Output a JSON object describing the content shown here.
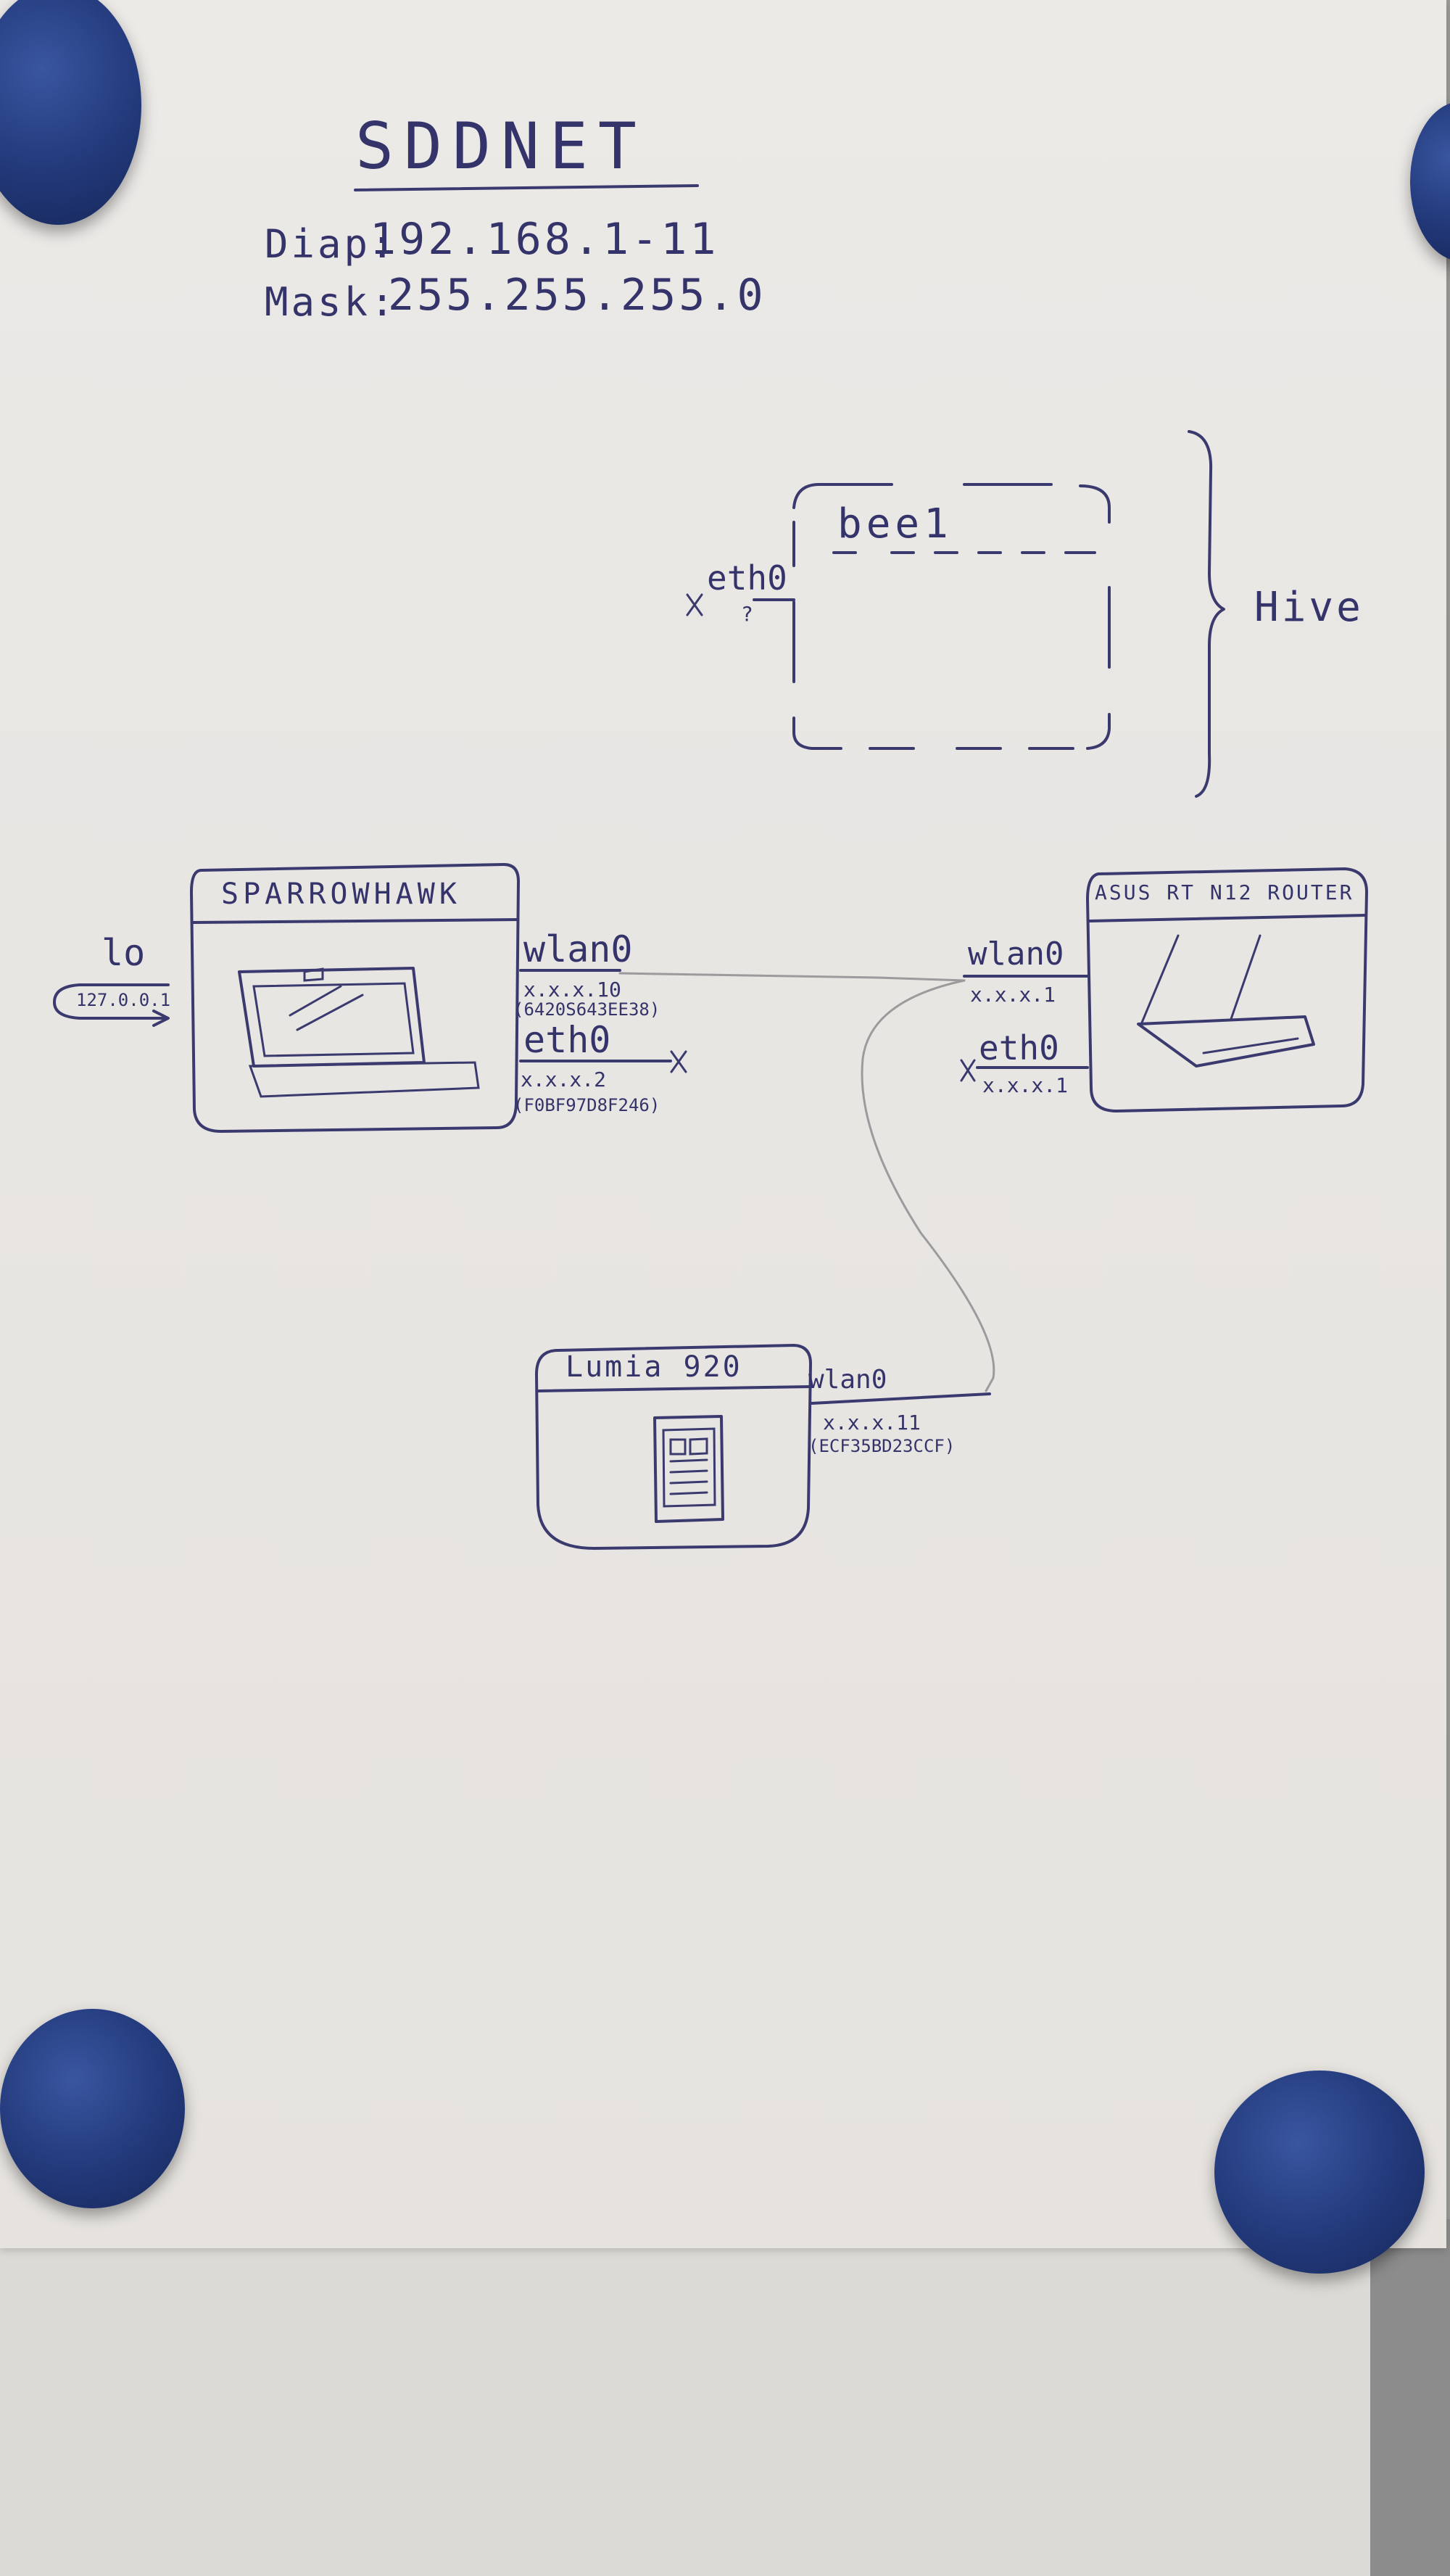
{
  "title": "SDDNET",
  "network": {
    "diap_label": "Diap:",
    "diap_value": "192.168.1-11",
    "mask_label": "Mask:",
    "mask_value": "255.255.255.0"
  },
  "hive": {
    "label": "Hive",
    "bee_title": "bee1",
    "iface": "eth0",
    "note": "?"
  },
  "sparrowhawk": {
    "title": "SPARROWHAWK",
    "lo_label": "lo",
    "lo_addr": "127.0.0.1",
    "wlan_iface": "wlan0",
    "wlan_addr": "x.x.x.10",
    "wlan_mac": "(6420S643EE38)",
    "eth_iface": "eth0",
    "eth_addr": "x.x.x.2",
    "eth_mac": "(F0BF97D8F246)"
  },
  "router": {
    "title": "ASUS RT N12 ROUTER",
    "wlan_iface": "wlan0",
    "wlan_addr": "x.x.x.1",
    "eth_iface": "eth0",
    "eth_addr": "x.x.x.1"
  },
  "lumia": {
    "title": "Lumia 920",
    "wlan_iface": "wlan0",
    "wlan_addr": "x.x.x.11",
    "wlan_mac": "(ECF35BD23CCF)"
  },
  "colors": {
    "ink": "#3b3a6e",
    "pencil": "#9c9a9c",
    "magnet": "#22397a"
  }
}
